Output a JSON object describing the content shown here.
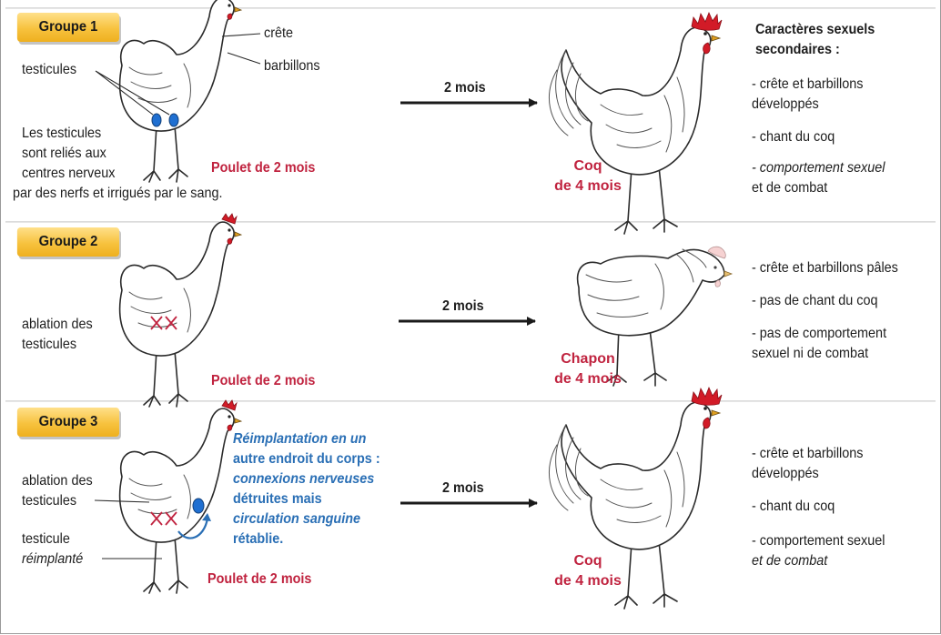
{
  "groups": [
    {
      "badge": "Groupe 1",
      "labels": {
        "crete": "crête",
        "barbillons": "barbillons",
        "testicules": "testicules",
        "note_lines": [
          "Les testicules",
          "sont reliés aux",
          "centres nerveux",
          "par des nerfs et irrigués par le sang."
        ]
      },
      "poulet_caption": "Poulet de 2 mois",
      "arrow_label": "2 mois",
      "result_caption": [
        "Coq",
        "de 4 mois"
      ],
      "traits_heading": [
        "Caractères sexuels",
        "secondaires :"
      ],
      "traits": [
        [
          "- crête et barbillons",
          "  développés"
        ],
        [
          "- chant du coq"
        ],
        [
          "- comportement sexuel",
          "  et de combat"
        ]
      ]
    },
    {
      "badge": "Groupe 2",
      "labels": {
        "ablation": [
          "ablation des",
          "testicules"
        ]
      },
      "poulet_caption": "Poulet de 2 mois",
      "arrow_label": "2 mois",
      "result_caption": [
        "Chapon",
        "de 4 mois"
      ],
      "traits": [
        [
          "- crête et barbillons pâles"
        ],
        [
          "- pas de chant du coq"
        ],
        [
          "- pas de comportement",
          "  sexuel ni de combat"
        ]
      ]
    },
    {
      "badge": "Groupe 3",
      "labels": {
        "ablation": [
          "ablation des",
          "testicules"
        ],
        "testicule": "testicule",
        "reimplante": "réimplanté",
        "reimplantation_lines": [
          "Réimplantation en un",
          "autre endroit du corps :",
          "connexions nerveuses",
          "détruites mais",
          "circulation sanguine",
          "rétablie."
        ]
      },
      "poulet_caption": "Poulet de 2 mois",
      "arrow_label": "2 mois",
      "result_caption": [
        "Coq",
        "de 4 mois"
      ],
      "traits": [
        [
          "- crête et barbillons",
          "  développés"
        ],
        [
          "- chant du coq"
        ],
        [
          "- comportement sexuel",
          "  et de combat"
        ]
      ]
    }
  ],
  "colors": {
    "badge": "#f7c23e",
    "caption_red": "#c0233f",
    "note_blue": "#2a6fb5",
    "testicle_blue": "#1f6fd1",
    "comb_red": "#d21b27"
  },
  "icons": [
    "chicken-illustration",
    "rooster-illustration",
    "capon-illustration",
    "arrow-right-icon",
    "ablation-cross-icon",
    "reimplant-arrow-icon"
  ]
}
